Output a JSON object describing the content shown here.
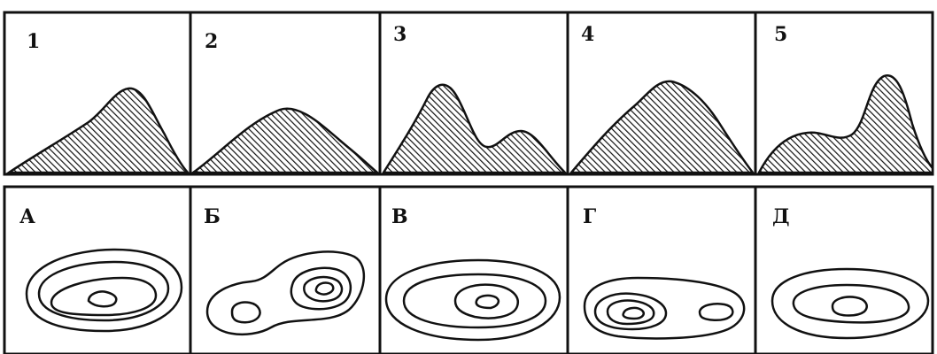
{
  "profiles": [
    {
      "label": "1"
    },
    {
      "label": "2"
    },
    {
      "label": "3"
    },
    {
      "label": "4"
    },
    {
      "label": "5"
    }
  ],
  "maps": [
    {
      "label": "А"
    },
    {
      "label": "Б"
    },
    {
      "label": "В"
    },
    {
      "label": "Г"
    },
    {
      "label": "Д"
    }
  ],
  "colors": {
    "ink": "#111111",
    "paper": "#ffffff"
  }
}
